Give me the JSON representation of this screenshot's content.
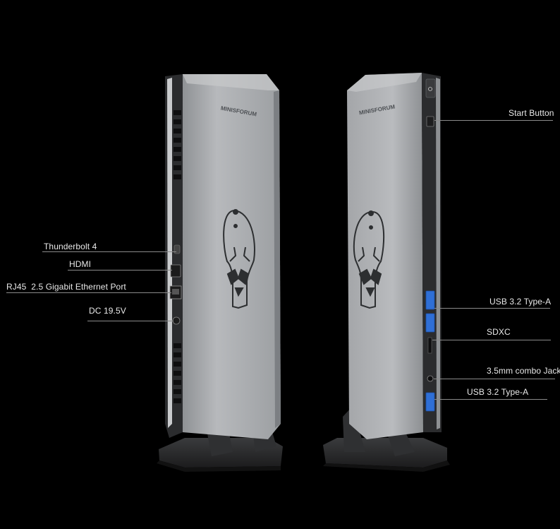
{
  "brand": "MINISFORUM",
  "left_ports": [
    {
      "id": "thunderbolt",
      "label": "Thunderbolt 4"
    },
    {
      "id": "hdmi",
      "label": "HDMI"
    },
    {
      "id": "rj45",
      "label": "RJ45  2.5 Gigabit Ethernet Port"
    },
    {
      "id": "dc",
      "label": "DC 19.5V"
    }
  ],
  "right_ports": [
    {
      "id": "start",
      "label": "Start Button"
    },
    {
      "id": "usb-a-top",
      "label": "USB 3.2 Type-A"
    },
    {
      "id": "sdxc",
      "label": "SDXC"
    },
    {
      "id": "audio",
      "label": "3.5mm combo Jack"
    },
    {
      "id": "usb-a-bottom",
      "label": "USB 3.2 Type-A"
    }
  ],
  "colors": {
    "background": "#000000",
    "chassis": "#a9abae",
    "usb_blue": "#2f6fd6",
    "label_text": "#e9e9e9",
    "leader_line": "#8a8a8a"
  }
}
